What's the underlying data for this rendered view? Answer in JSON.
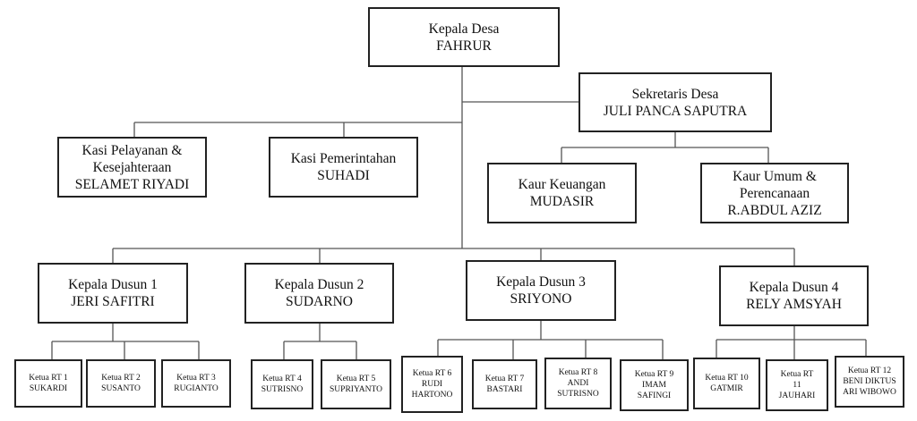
{
  "head": {
    "title": "Kepala Desa",
    "name": "FAHRUR"
  },
  "secretary": {
    "title": "Sekretaris Desa",
    "name": "JULI PANCA SAPUTRA"
  },
  "kasi": [
    {
      "title": "Kasi Pelayanan &",
      "title2": "Kesejahteraan",
      "name": "SELAMET RIYADI"
    },
    {
      "title": "Kasi Pemerintahan",
      "title2": "",
      "name": "SUHADI"
    }
  ],
  "kaur": [
    {
      "title": "Kaur Keuangan",
      "title2": "",
      "name": "MUDASIR"
    },
    {
      "title": "Kaur Umum &",
      "title2": "Perencanaan",
      "name": "R.ABDUL AZIZ"
    }
  ],
  "dusun": [
    {
      "title": "Kepala Dusun 1",
      "name": "JERI SAFITRI"
    },
    {
      "title": "Kepala Dusun 2",
      "name": "SUDARNO"
    },
    {
      "title": "Kepala Dusun 3",
      "name": "SRIYONO"
    },
    {
      "title": "Kepala Dusun 4",
      "name": "RELY AMSYAH"
    }
  ],
  "rt": [
    {
      "title": "Ketua RT 1",
      "name": "SUKARDI",
      "name2": ""
    },
    {
      "title": "Ketua RT 2",
      "name": "SUSANTO",
      "name2": ""
    },
    {
      "title": "Ketua RT 3",
      "name": "RUGIANTO",
      "name2": ""
    },
    {
      "title": "Ketua RT 4",
      "name": "SUTRISNO",
      "name2": ""
    },
    {
      "title": "Ketua RT 5",
      "name": "SUPRIYANTO",
      "name2": ""
    },
    {
      "title": "Ketua RT 6",
      "name": "RUDI",
      "name2": "HARTONO"
    },
    {
      "title": "Ketua RT 7",
      "name": "BASTARI",
      "name2": ""
    },
    {
      "title": "Ketua RT 8",
      "name": "ANDI",
      "name2": "SUTRISNO"
    },
    {
      "title": "Ketua RT 9",
      "name": "IMAM",
      "name2": "SAFINGI"
    },
    {
      "title": "Ketua RT 10",
      "name": "GATMIR",
      "name2": ""
    },
    {
      "title": "Ketua RT",
      "name": "11",
      "name2": "JAUHARI"
    },
    {
      "title": "Ketua RT 12",
      "name": "BENI DIKTUS",
      "name2": "ARI WIBOWO"
    }
  ],
  "colors": {
    "line": "#555555",
    "border": "#222222"
  }
}
